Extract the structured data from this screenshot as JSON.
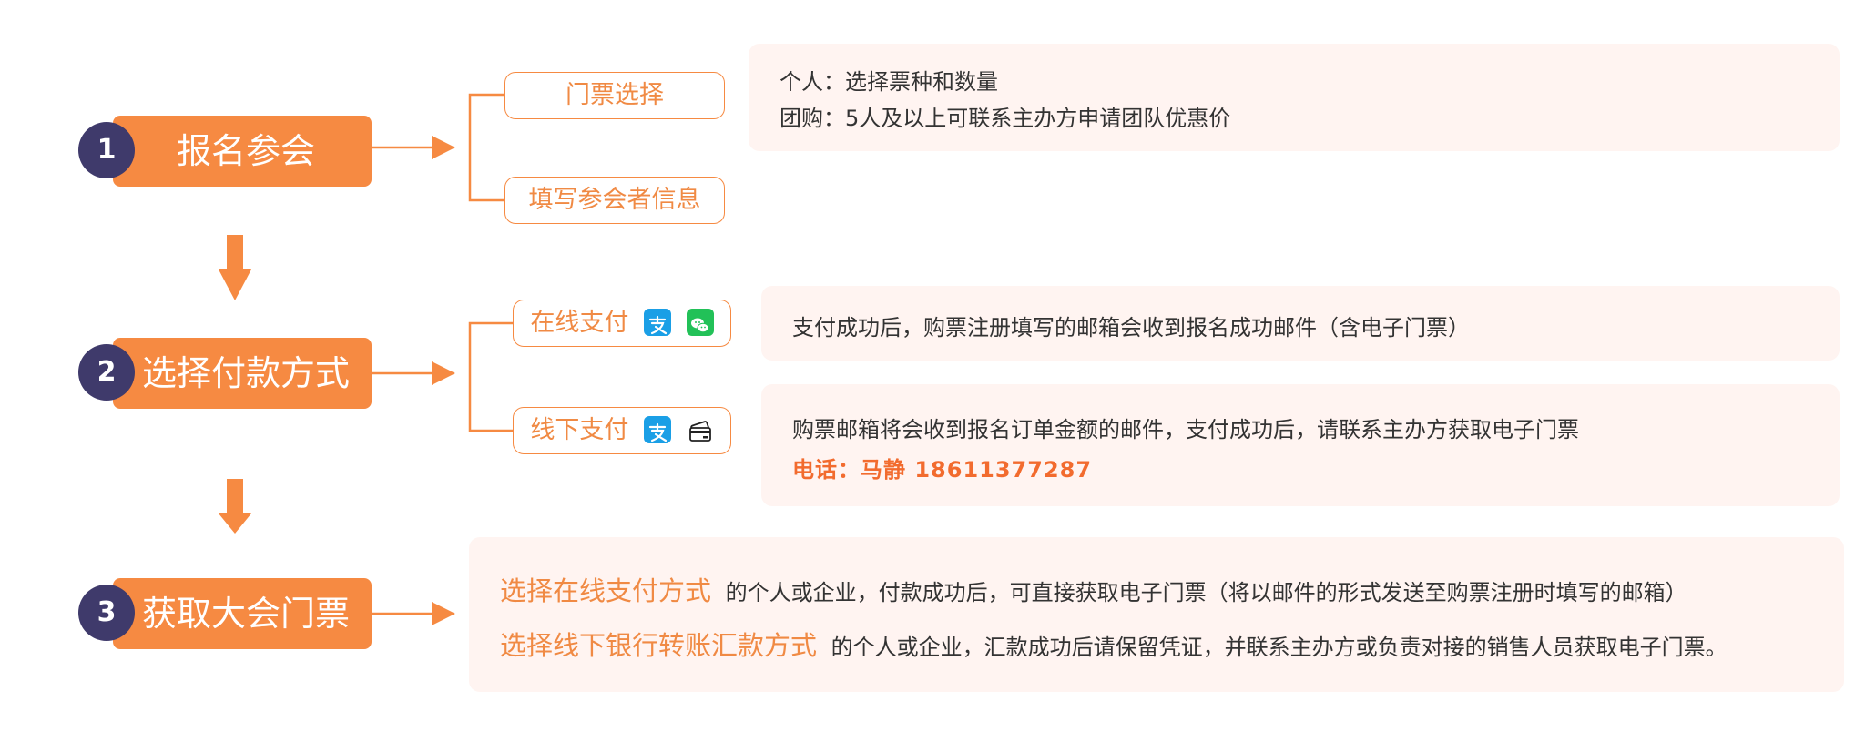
{
  "colors": {
    "accent": "#f68a42",
    "number_badge": "#3f3a6b",
    "panel_bg": "#fff4f1",
    "alipay_blue": "#1a9fe6",
    "wechat_green": "#22c158",
    "phone_text": "#f26b2e"
  },
  "steps": [
    {
      "number": "1",
      "label": "报名参会",
      "options": [
        {
          "label": "门票选择"
        },
        {
          "label": "填写参会者信息"
        }
      ],
      "info": [
        "个人：选择票种和数量",
        "团购：5人及以上可联系主办方申请团队优惠价"
      ]
    },
    {
      "number": "2",
      "label": "选择付款方式",
      "options": [
        {
          "label": "在线支付",
          "icons": [
            "alipay-icon",
            "wechat-pay-icon"
          ]
        },
        {
          "label": "线下支付",
          "icons": [
            "alipay-icon",
            "bank-card-icon"
          ]
        }
      ],
      "online_info": "支付成功后，购票注册填写的邮箱会收到报名成功邮件（含电子门票）",
      "offline_info": "购票邮箱将会收到报名订单金额的邮件，支付成功后，请联系主办方获取电子门票",
      "contact": "电话：马静 18611377287"
    },
    {
      "number": "3",
      "label": "获取大会门票",
      "rows": [
        {
          "highlight": "选择在线支付方式",
          "text": "的个人或企业，付款成功后，可直接获取电子门票（将以邮件的形式发送至购票注册时填写的邮箱）"
        },
        {
          "highlight": "选择线下银行转账汇款方式",
          "text": "的个人或企业，汇款成功后请保留凭证，并联系主办方或负责对接的销售人员获取电子门票。"
        }
      ]
    }
  ]
}
